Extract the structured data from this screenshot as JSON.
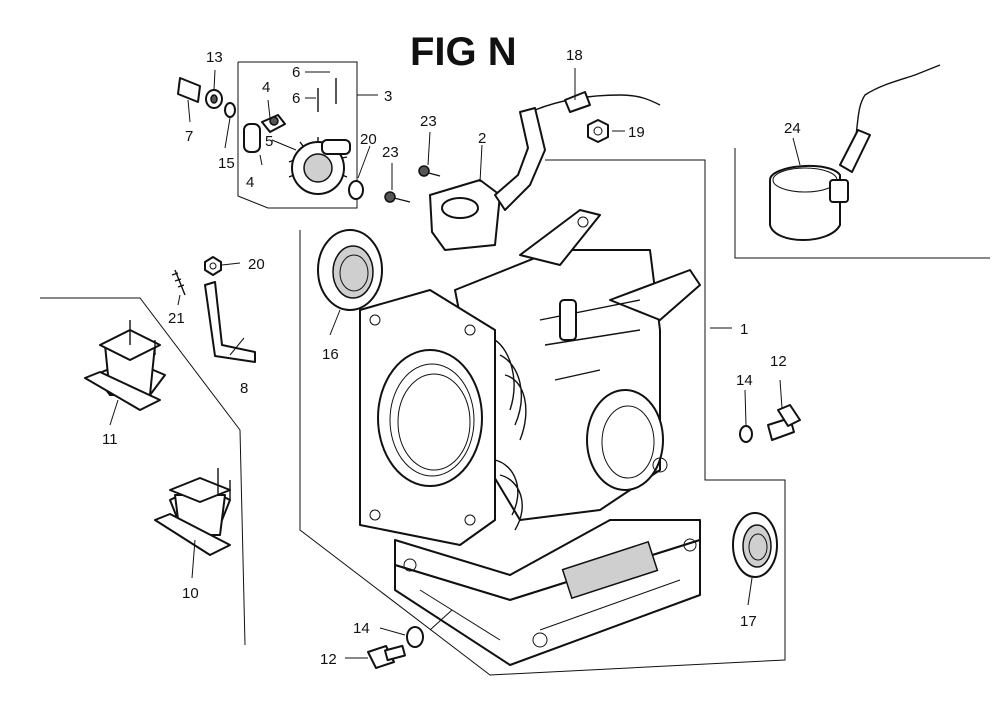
{
  "title": "FIG N",
  "callouts": {
    "c1": "1",
    "c2": "2",
    "c3": "3",
    "c4a": "4",
    "c4b": "4",
    "c5": "5",
    "c6a": "6",
    "c6b": "6",
    "c7": "7",
    "c8": "8",
    "c10": "10",
    "c11": "11",
    "c12a": "12",
    "c12b": "12",
    "c13": "13",
    "c14a": "14",
    "c14b": "14",
    "c15": "15",
    "c16": "16",
    "c17": "17",
    "c18": "18",
    "c19": "19",
    "c20a": "20",
    "c20b": "20",
    "c21": "21",
    "c23a": "23",
    "c23b": "23",
    "c24": "24"
  }
}
